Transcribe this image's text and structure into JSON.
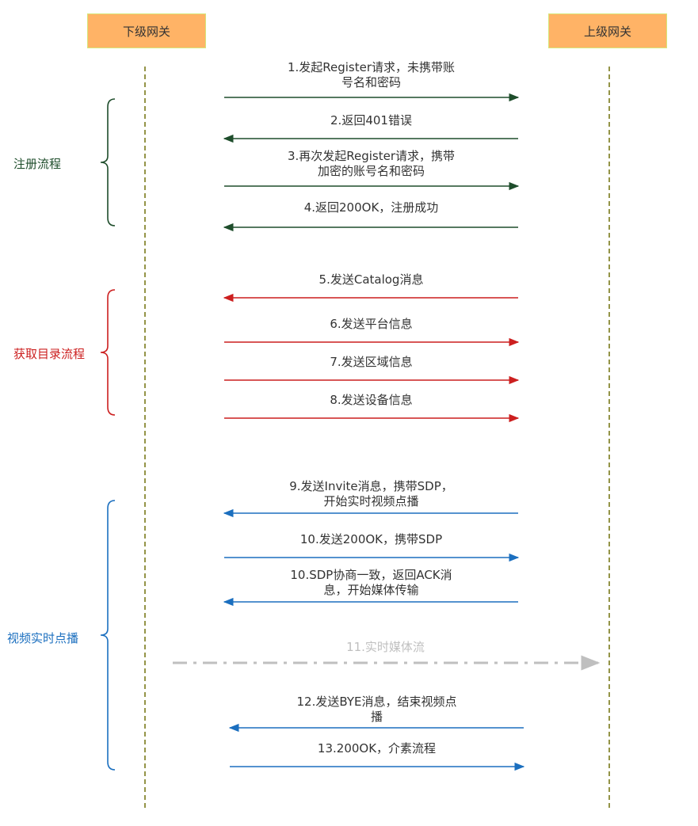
{
  "lifelines": {
    "left": "下级网关",
    "right": "上级网关"
  },
  "colors": {
    "register": "#1E4D2B",
    "catalog": "#CC1F1F",
    "video": "#1B6FBF",
    "media": "#BFBFBF",
    "lifeline": "#7A7A1A",
    "header_fill": "#FFB366",
    "header_border": "#D6E67A"
  },
  "phases": [
    {
      "label": "注册流程",
      "color": "#1E4D2B"
    },
    {
      "label": "获取目录流程",
      "color": "#CC1F1F"
    },
    {
      "label": "视频实时点播",
      "color": "#1B6FBF"
    }
  ],
  "messages": [
    {
      "label": "1.发起Register请求，未携带账\n号名和密码",
      "direction": "right",
      "phase": 0
    },
    {
      "label": "2.返回401错误",
      "direction": "left",
      "phase": 0
    },
    {
      "label": "3.再次发起Register请求，携带\n加密的账号名和密码",
      "direction": "right",
      "phase": 0
    },
    {
      "label": "4.返回200OK，注册成功",
      "direction": "left",
      "phase": 0
    },
    {
      "label": "5.发送Catalog消息",
      "direction": "left",
      "phase": 1
    },
    {
      "label": "6.发送平台信息",
      "direction": "right",
      "phase": 1
    },
    {
      "label": "7.发送区域信息",
      "direction": "right",
      "phase": 1
    },
    {
      "label": "8.发送设备信息",
      "direction": "right",
      "phase": 1
    },
    {
      "label": "9.发送Invite消息，携带SDP，\n开始实时视频点播",
      "direction": "left",
      "phase": 2
    },
    {
      "label": "10.发送200OK，携带SDP",
      "direction": "right",
      "phase": 2
    },
    {
      "label": "10.SDP协商一致，返回ACK消\n息，开始媒体传输",
      "direction": "left",
      "phase": 2
    },
    {
      "label": "11.实时媒体流",
      "direction": "right",
      "phase": 2,
      "style": "dash-dot"
    },
    {
      "label": "12.发送BYE消息，结束视频点\n播",
      "direction": "left",
      "phase": 2
    },
    {
      "label": "13.200OK，介素流程",
      "direction": "right",
      "phase": 2
    }
  ]
}
